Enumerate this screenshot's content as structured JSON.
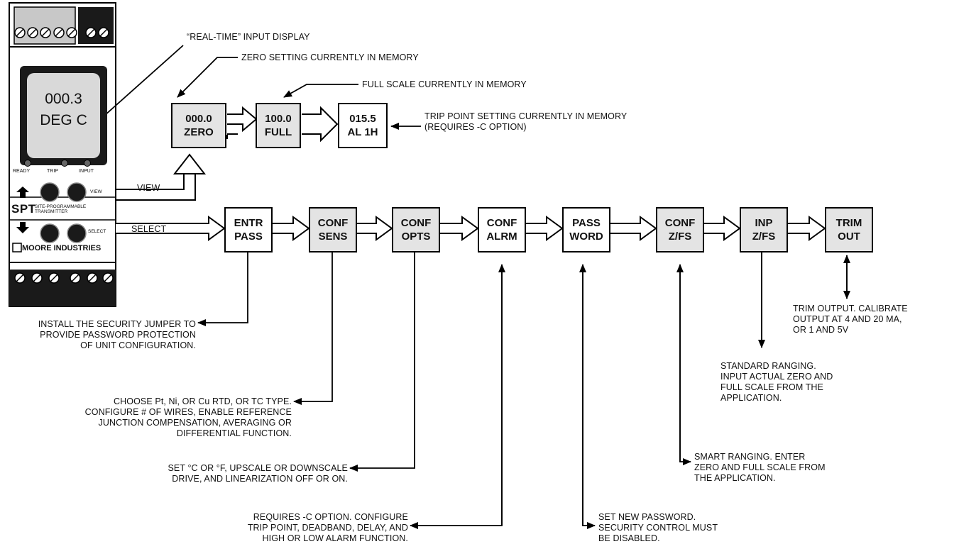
{
  "device": {
    "display_line1": "000.3",
    "display_line2": "DEG C",
    "led_ready": "READY",
    "led_trip": "TRIP",
    "led_input": "INPUT",
    "view_button_label": "VIEW",
    "select_button_label": "SELECT",
    "model": "SPT",
    "model_desc": "SITE-PROGRAMMABLE\nTRANSMITTER",
    "brand": "MOORE INDUSTRIES"
  },
  "view_row": {
    "arrow_label": "VIEW",
    "boxes": [
      {
        "line1": "000.0",
        "line2": "ZERO"
      },
      {
        "line1": "100.0",
        "line2": "FULL"
      },
      {
        "line1": "015.5",
        "line2": "AL 1H"
      }
    ],
    "callouts": {
      "realtime": "“REAL-TIME” INPUT DISPLAY",
      "zero": "ZERO SETTING CURRENTLY IN MEMORY",
      "full": "FULL SCALE CURRENTLY IN MEMORY",
      "trip": "TRIP POINT SETTING CURRENTLY IN MEMORY\n(REQUIRES -C OPTION)"
    }
  },
  "select_row": {
    "arrow_label": "SELECT",
    "boxes": [
      {
        "line1": "ENTR",
        "line2": "PASS"
      },
      {
        "line1": "CONF",
        "line2": "SENS"
      },
      {
        "line1": "CONF",
        "line2": "OPTS"
      },
      {
        "line1": "CONF",
        "line2": "ALRM"
      },
      {
        "line1": "PASS",
        "line2": "WORD"
      },
      {
        "line1": "CONF",
        "line2": "Z/FS"
      },
      {
        "line1": "INP",
        "line2": "Z/FS"
      },
      {
        "line1": "TRIM",
        "line2": "OUT"
      }
    ]
  },
  "notes": {
    "entr_pass": "INSTALL THE SECURITY JUMPER TO\nPROVIDE PASSWORD PROTECTION\nOF UNIT CONFIGURATION.",
    "conf_sens": "CHOOSE Pt, Ni, OR Cu RTD, OR TC TYPE.\nCONFIGURE # OF WIRES, ENABLE REFERENCE\nJUNCTION COMPENSATION, AVERAGING OR\nDIFFERENTIAL FUNCTION.",
    "conf_opts": "SET °C OR °F, UPSCALE OR DOWNSCALE\nDRIVE, AND LINEARIZATION OFF OR ON.",
    "conf_alrm": "REQUIRES -C OPTION. CONFIGURE\nTRIP POINT, DEADBAND, DELAY, AND\nHIGH OR LOW ALARM FUNCTION.",
    "password": "SET NEW PASSWORD.\nSECURITY CONTROL MUST\nBE DISABLED.",
    "conf_zfs": "SMART RANGING. ENTER\nZERO AND FULL SCALE FROM\nTHE APPLICATION.",
    "inp_zfs": "STANDARD RANGING.\nINPUT ACTUAL ZERO AND\nFULL SCALE FROM THE\nAPPLICATION.",
    "trim_out": "TRIM OUTPUT.  CALIBRATE\nOUTPUT AT 4 AND 20 MA,\nOR 1 AND 5V"
  }
}
